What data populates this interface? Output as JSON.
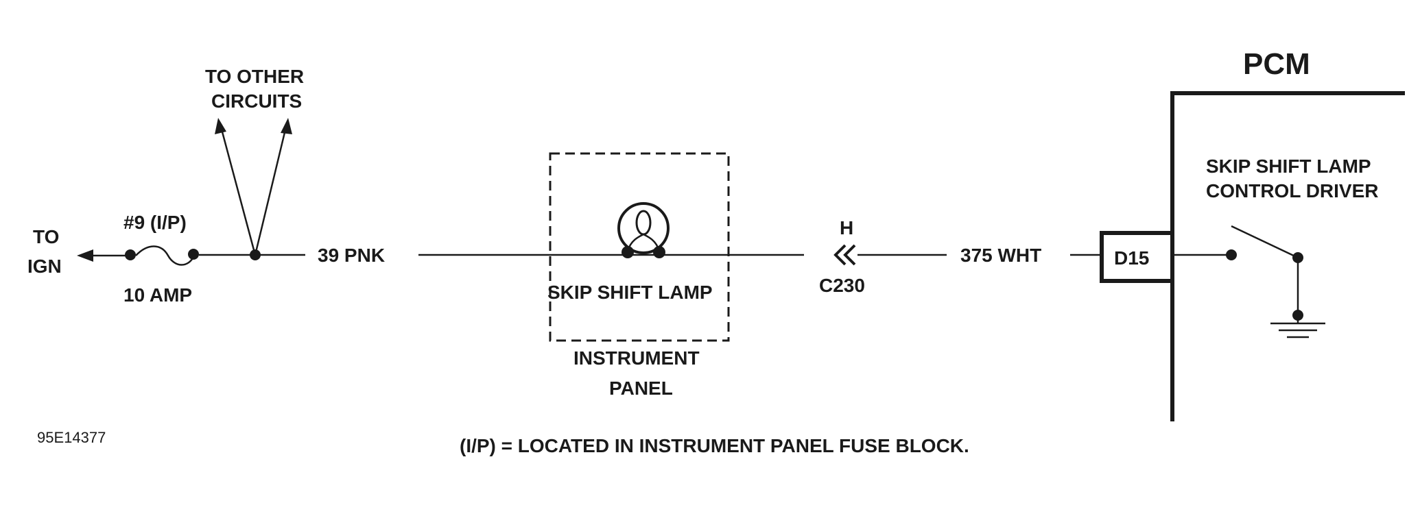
{
  "labels": {
    "to_ign_line1": "TO",
    "to_ign_line2": "IGN",
    "fuse_name": "#9 (I/P)",
    "fuse_rating": "10 AMP",
    "to_other_line1": "TO OTHER",
    "to_other_line2": "CIRCUITS",
    "wire_39": "39 PNK",
    "lamp_name": "SKIP SHIFT LAMP",
    "panel_line1": "INSTRUMENT",
    "panel_line2": "PANEL",
    "connector_pin": "H",
    "connector_name": "C230",
    "wire_375": "375 WHT",
    "pcm_title": "PCM",
    "pcm_pin": "D15",
    "driver_line1": "SKIP SHIFT LAMP",
    "driver_line2": "CONTROL DRIVER",
    "diagram_id": "95E14377",
    "footnote": "(I/P) = LOCATED IN INSTRUMENT PANEL FUSE BLOCK."
  }
}
